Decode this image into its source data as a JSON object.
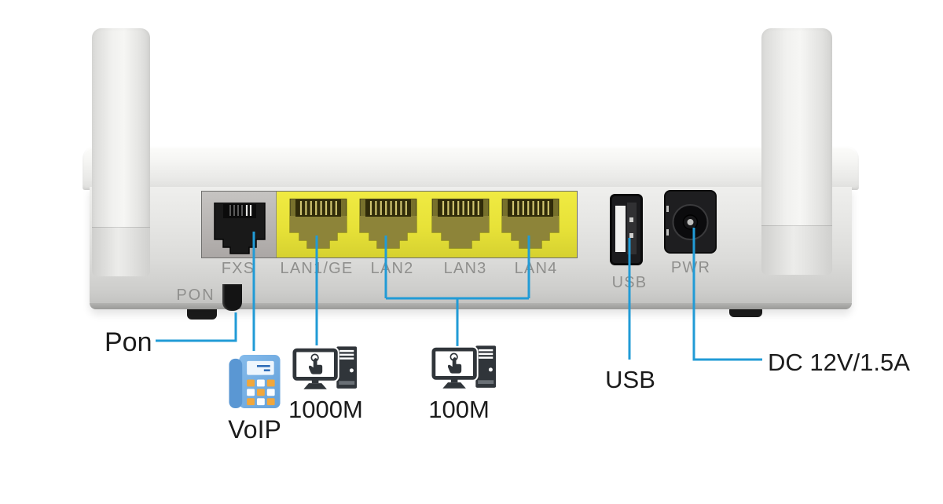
{
  "device": {
    "printed_labels": {
      "pon": "PON",
      "fxs": "FXS",
      "lan1": "LAN1/GE",
      "lan2": "LAN2",
      "lan3": "LAN3",
      "lan4": "LAN4",
      "usb": "USB",
      "pwr": "PWR"
    }
  },
  "annotations": {
    "pon": "Pon",
    "voip": "VoIP",
    "lan1_speed": "1000M",
    "lan2_lan4_speed": "100M",
    "usb": "USB",
    "power": "DC 12V/1.5A"
  },
  "icons": {
    "voip": "voip-phone-icon",
    "lan1": "desktop-computer-icon",
    "lan2_lan4": "desktop-computer-icon"
  },
  "colors": {
    "callout_line": "#219bd6",
    "lan_port_yellow": "#e8e43c",
    "fxs_surround_gray": "#b3b1af",
    "device_body": "#e4e4e2",
    "annotation_text": "#1b1b1b",
    "printed_label_gray": "#8f8f8d",
    "phone_icon_blue": "#74aee4",
    "phone_key_orange": "#f1a73c",
    "computer_icon": "#30353a"
  }
}
